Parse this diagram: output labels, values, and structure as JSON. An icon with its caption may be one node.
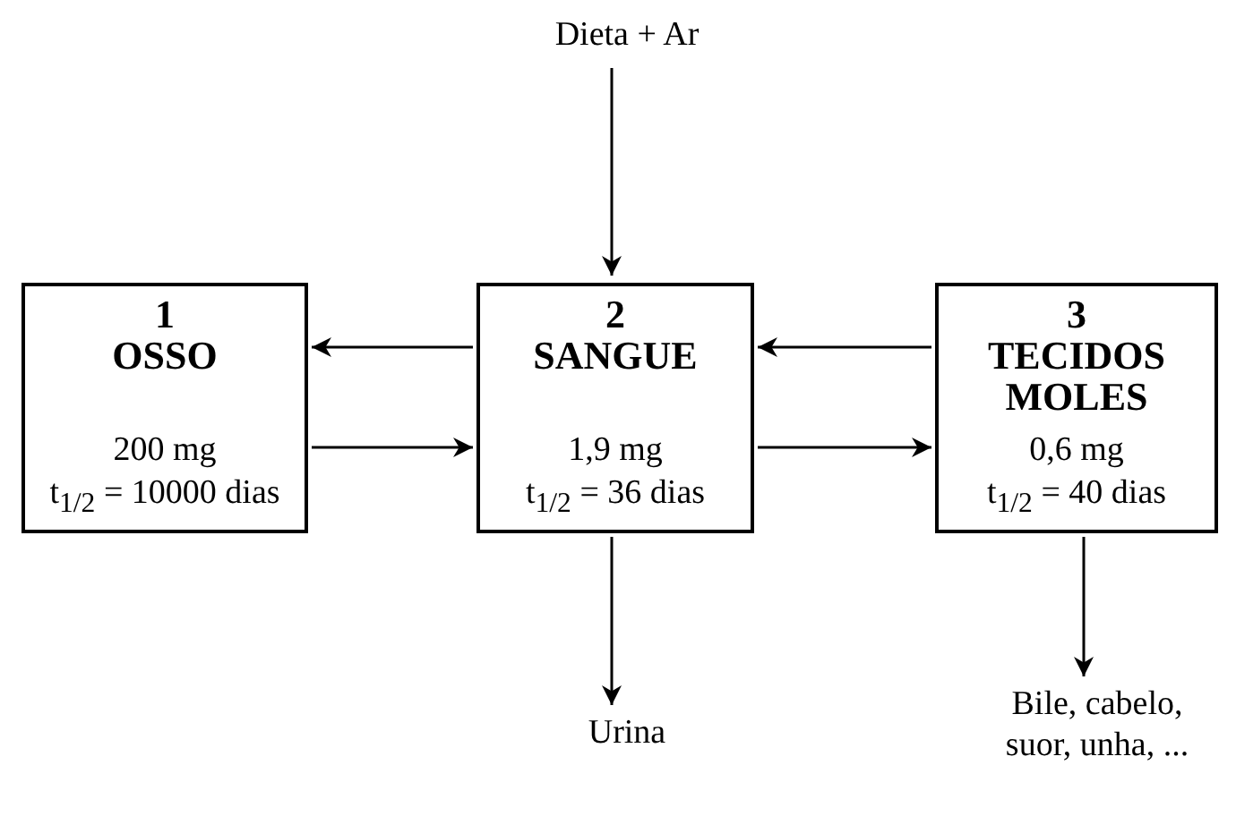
{
  "diagram": {
    "nodes": [
      {
        "text": [
          "Dieta + Ar"
        ]
      },
      {
        "text": [
          "1",
          "OSSO",
          "200 mg",
          "t$_{1/2}$ = 10000 dias"
        ]
      },
      {
        "text": [
          "2",
          "SANGUE",
          "1,9 mg",
          "t$_{1/2}$ = 36 dias"
        ]
      },
      {
        "text": [
          "3",
          "TECIDOS MOLES",
          "0,6 mg",
          "t$_{1/2}$ = 40 dias"
        ]
      },
      {
        "text": [
          "Urina"
        ]
      },
      {
        "text": [
          "Bile, cabelo, suor, unha, ..."
        ]
      }
    ],
    "edges": [
      {
        "from": 0,
        "to": 2,
        "arrow": "to"
      },
      {
        "from": 2,
        "to": 1,
        "arrow": "to"
      },
      {
        "from": 1,
        "to": 2,
        "arrow": "to"
      },
      {
        "from": 3,
        "to": 2,
        "arrow": "to"
      },
      {
        "from": 2,
        "to": 3,
        "arrow": "to"
      },
      {
        "from": 2,
        "to": 4,
        "arrow": "to"
      },
      {
        "from": 3,
        "to": 5,
        "arrow": "to"
      }
    ]
  }
}
